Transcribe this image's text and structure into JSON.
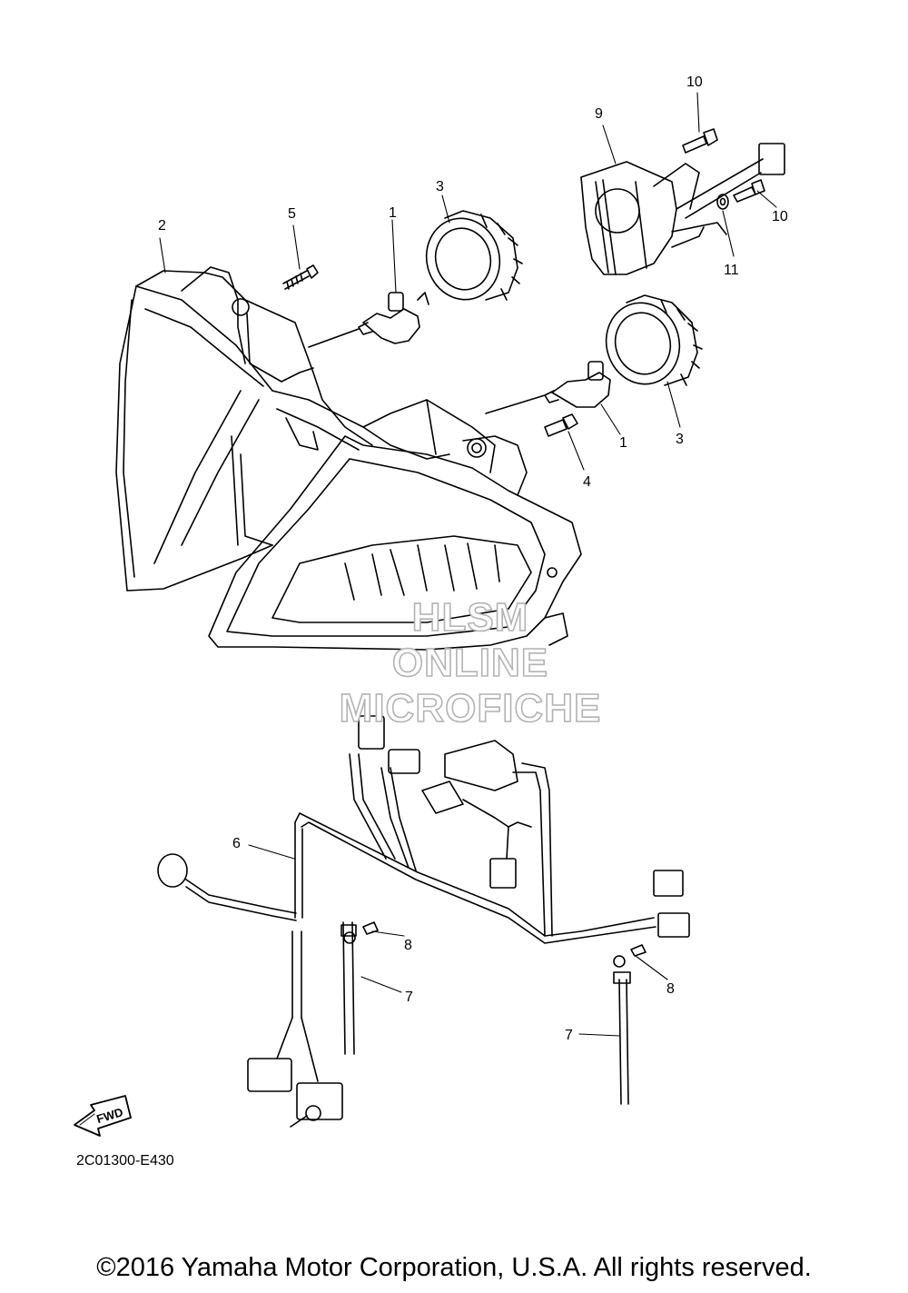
{
  "watermark": {
    "line1": "HLSM",
    "line2": "ONLINE",
    "line3": "MICROFICHE"
  },
  "fwd_label": "FWD",
  "diagram_code": "2C01300-E430",
  "copyright": "©2016 Yamaha Motor Corporation, U.S.A. All rights reserved.",
  "callouts": [
    {
      "id": "c1a",
      "label": "1"
    },
    {
      "id": "c1b",
      "label": "1"
    },
    {
      "id": "c2",
      "label": "2"
    },
    {
      "id": "c3a",
      "label": "3"
    },
    {
      "id": "c3b",
      "label": "3"
    },
    {
      "id": "c4",
      "label": "4"
    },
    {
      "id": "c5",
      "label": "5"
    },
    {
      "id": "c6",
      "label": "6"
    },
    {
      "id": "c7a",
      "label": "7"
    },
    {
      "id": "c7b",
      "label": "7"
    },
    {
      "id": "c8a",
      "label": "8"
    },
    {
      "id": "c8b",
      "label": "8"
    },
    {
      "id": "c9",
      "label": "9"
    },
    {
      "id": "c10a",
      "label": "10"
    },
    {
      "id": "c10b",
      "label": "10"
    },
    {
      "id": "c11",
      "label": "11"
    }
  ]
}
